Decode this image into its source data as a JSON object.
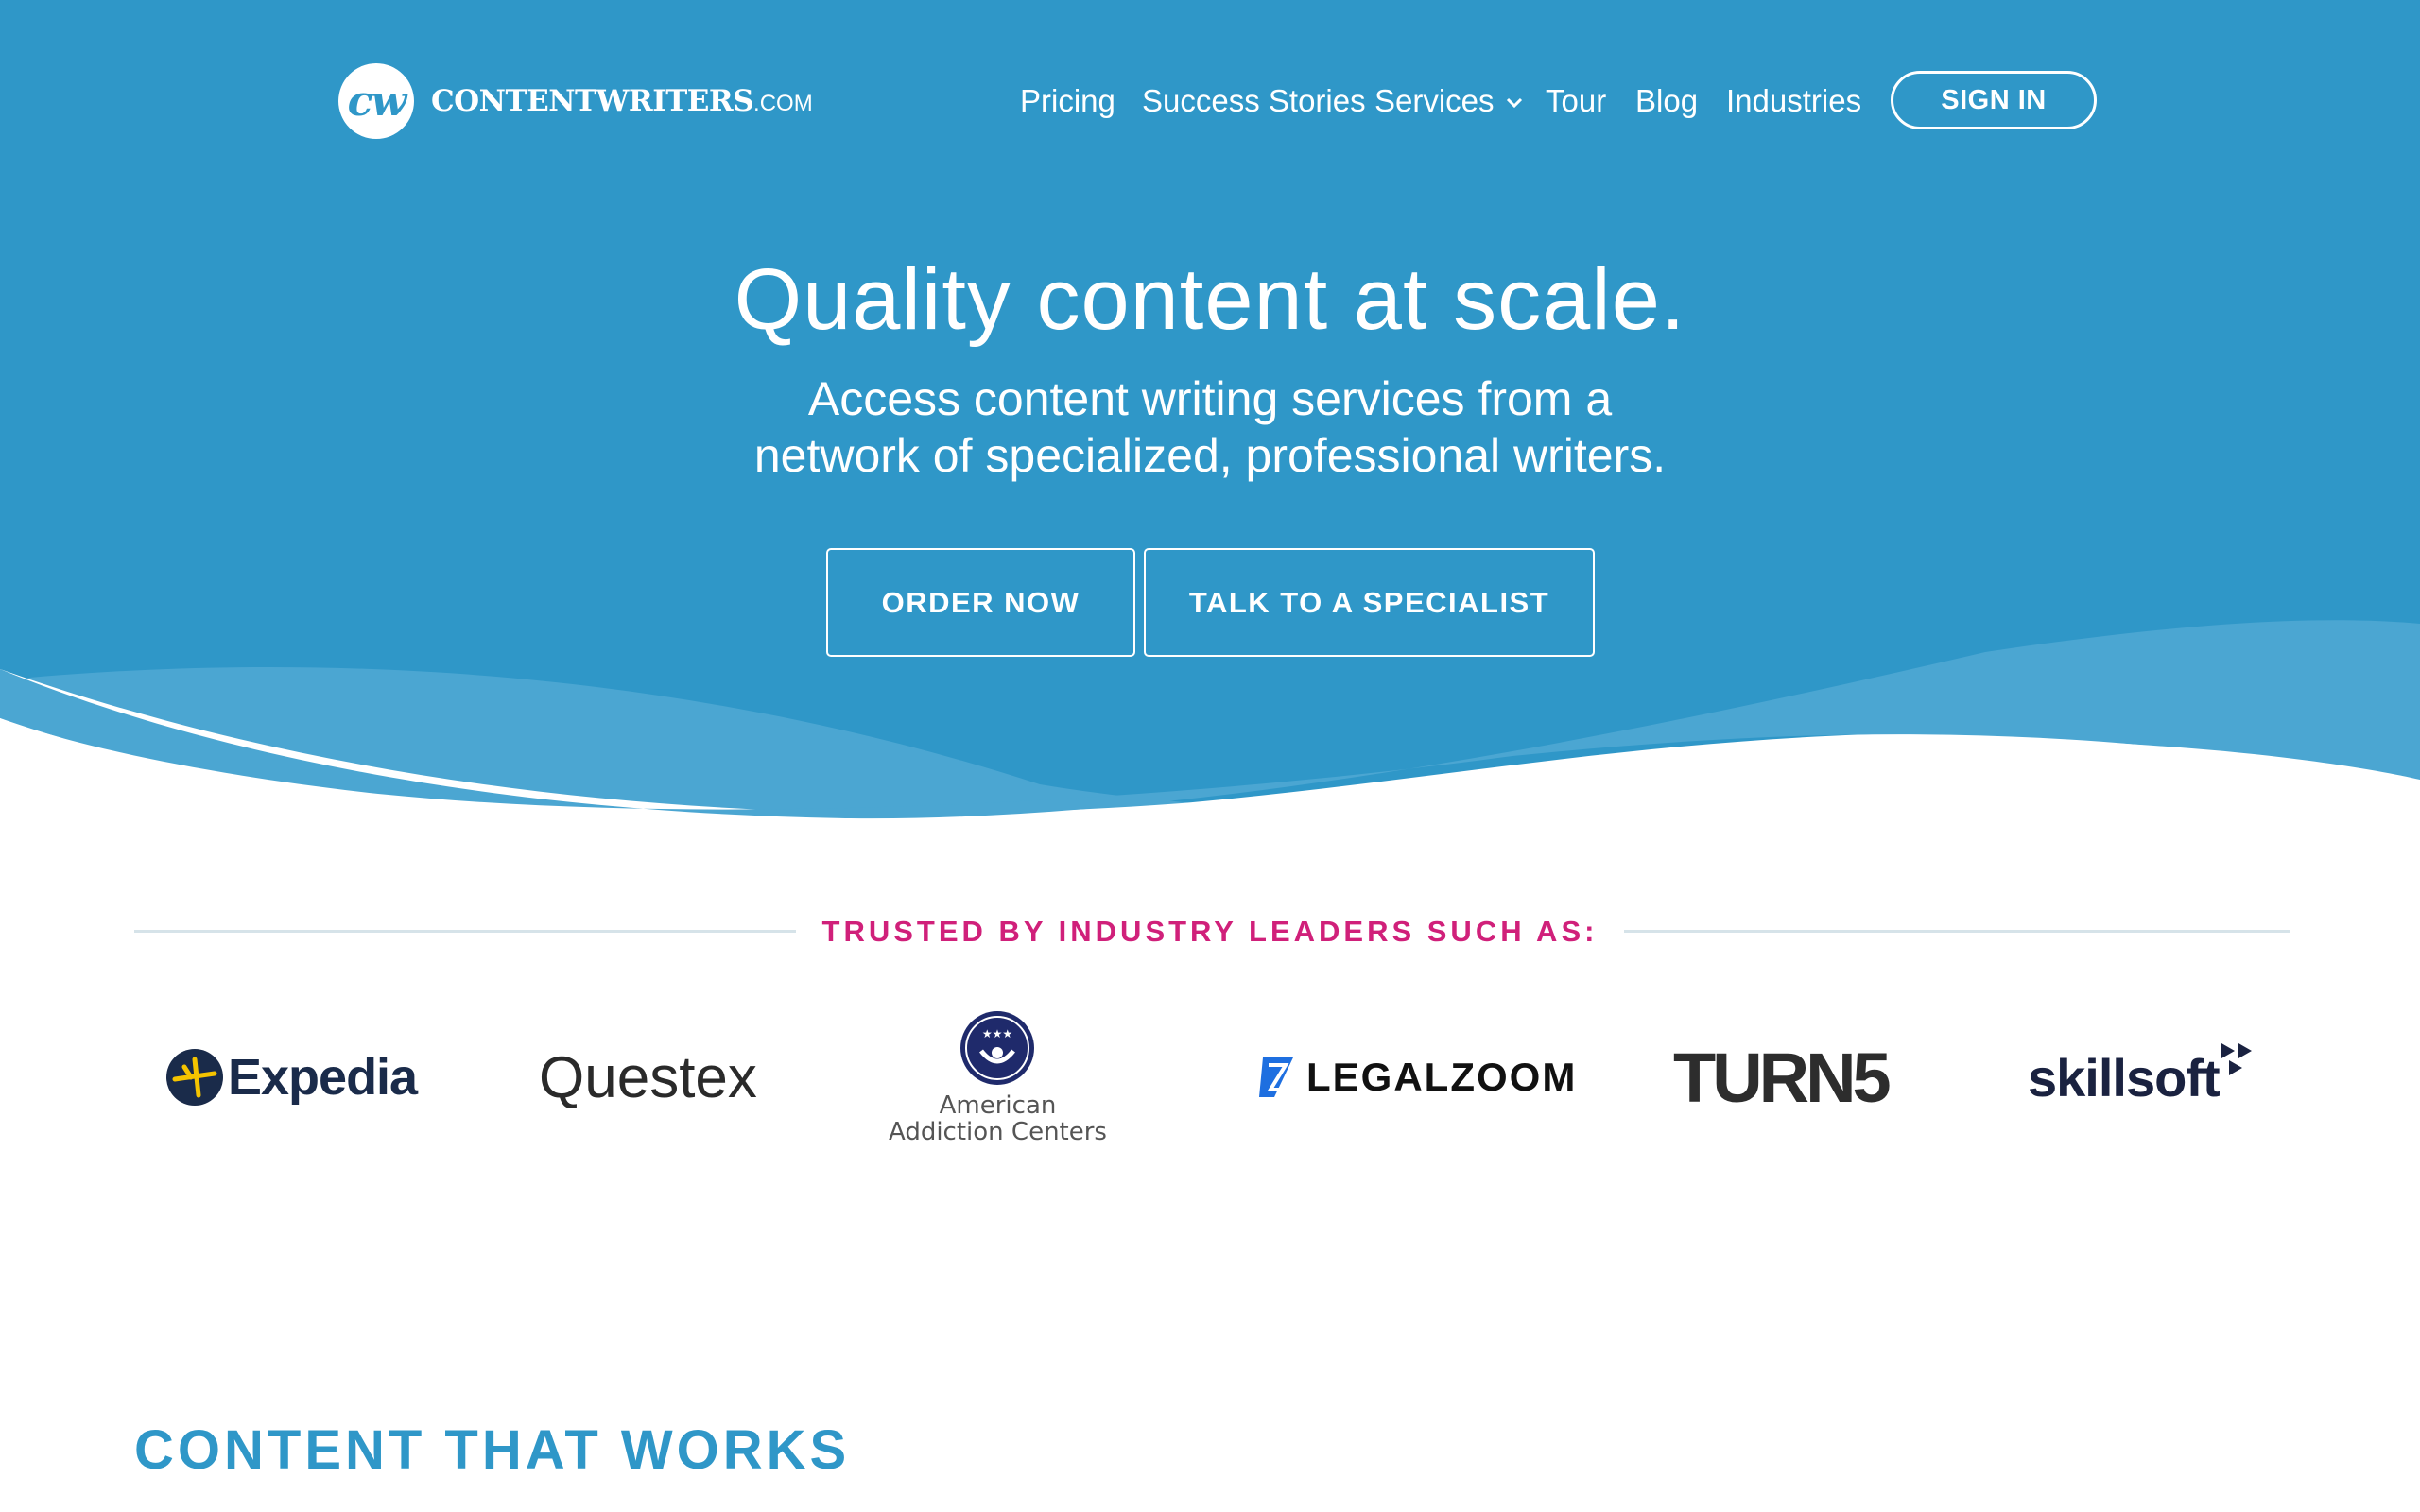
{
  "header": {
    "logo_mark": "cw",
    "logo_name": "CONTENTWRITERS",
    "logo_tld": ".COM",
    "nav": [
      "Pricing",
      "Success Stories",
      "Services",
      "Tour",
      "Blog",
      "Industries"
    ],
    "signin_label": "SIGN IN"
  },
  "hero": {
    "headline": "Quality content at scale.",
    "subline_1": "Access content writing services from a",
    "subline_2": "network of specialized, professional writers.",
    "order_label": "ORDER NOW",
    "specialist_label": "TALK TO A SPECIALIST"
  },
  "trusted": {
    "heading": "TRUSTED BY INDUSTRY LEADERS SUCH AS:",
    "clients": {
      "expedia": "Expedia",
      "questex": "Questex",
      "aac_1": "American",
      "aac_2": "Addiction Centers",
      "legalzoom": "LEGALZOOM",
      "turn5": "TURN5",
      "skillsoft": "skillsoft"
    }
  },
  "section": {
    "title": "CONTENT THAT WORKS"
  },
  "colors": {
    "brand_blue": "#2f97c8",
    "wave_light": "#4ba6d2",
    "accent_pink": "#d0207a",
    "divider": "#d6e3e9"
  }
}
